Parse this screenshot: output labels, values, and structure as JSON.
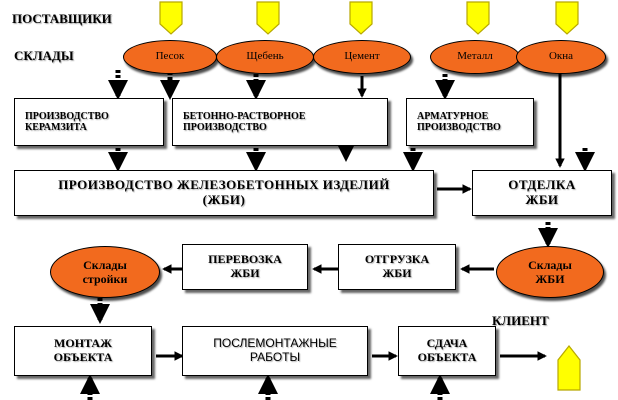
{
  "headings": {
    "suppliers": "ПОСТАВЩИКИ",
    "warehouses": "СКЛАДЫ",
    "client": "КЛИЕНТ"
  },
  "warehouses": [
    {
      "label": "Песок"
    },
    {
      "label": "Щебень"
    },
    {
      "label": "Цемент"
    },
    {
      "label": "Металл"
    },
    {
      "label": "Окна"
    }
  ],
  "processes": {
    "keramzit": "ПРОИЗВОДСТВО КЕРАМЗИТА",
    "beton": "БЕТОННО-РАСТВОРНОЕ ПРОИЗВОДСТВО",
    "armatura": "АРМАТУРНОЕ ПРОИЗВОДСТВО",
    "zhbi": "ПРОИЗВОДСТВО  ЖЕЛЕЗОБЕТОННЫХ  ИЗДЕЛИЙ (ЖБИ)",
    "otdelka": "ОТДЕЛКА ЖБИ",
    "sklady_zhbi": "Склады ЖБИ",
    "otgruzka": "ОТГРУЗКА ЖБИ",
    "perevozka": "ПЕРЕВОЗКА ЖБИ",
    "sklady_stroyki": "Склады стройки",
    "montazh": "МОНТАЖ ОБЪЕКТА",
    "poslemontazh": "ПОСЛЕМОНТАЖНЫЕ РАБОТЫ",
    "sdacha": "СДАЧА ОБЪЕКТА"
  },
  "colors": {
    "oval_fill": "#f26a1e",
    "supplier_fill": "#ffff00",
    "supplier_stroke": "#b8a800"
  }
}
